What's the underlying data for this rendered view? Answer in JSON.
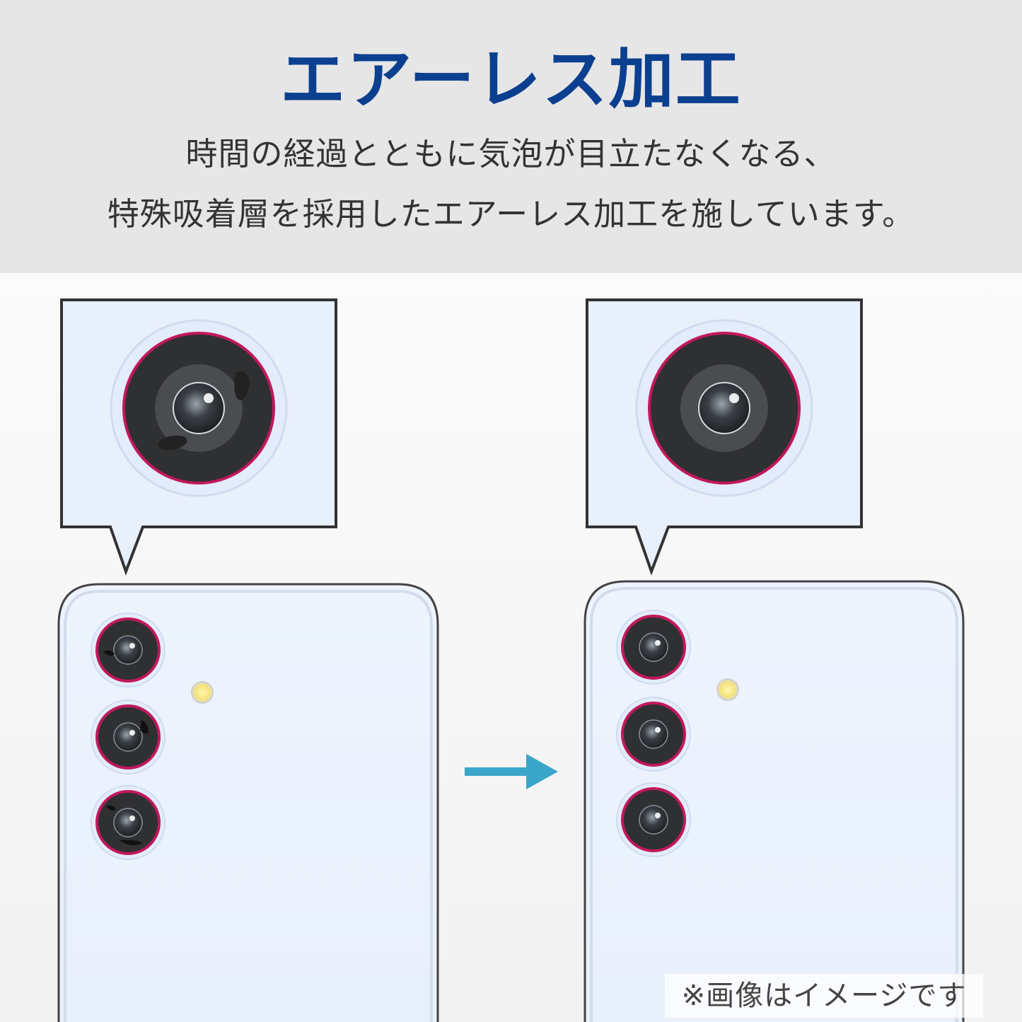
{
  "header": {
    "title": "エアーレス加工",
    "description_line_1": "時間の経過とともに気泡が目立たなくなる、",
    "description_line_2": "特殊吸着層を採用したエアーレス加工を施しています。"
  },
  "illustration": {
    "before_panel": "phone-before-bubbles",
    "after_panel": "phone-after-bubbles",
    "arrow_icon": "right-arrow-icon",
    "colors": {
      "accent_title": "#0b3f8f",
      "lens_ring": "#c2185b",
      "arrow": "#3aa6c9",
      "phone_body": "#eaf2fd"
    }
  },
  "footer": {
    "note": "※画像はイメージです"
  }
}
